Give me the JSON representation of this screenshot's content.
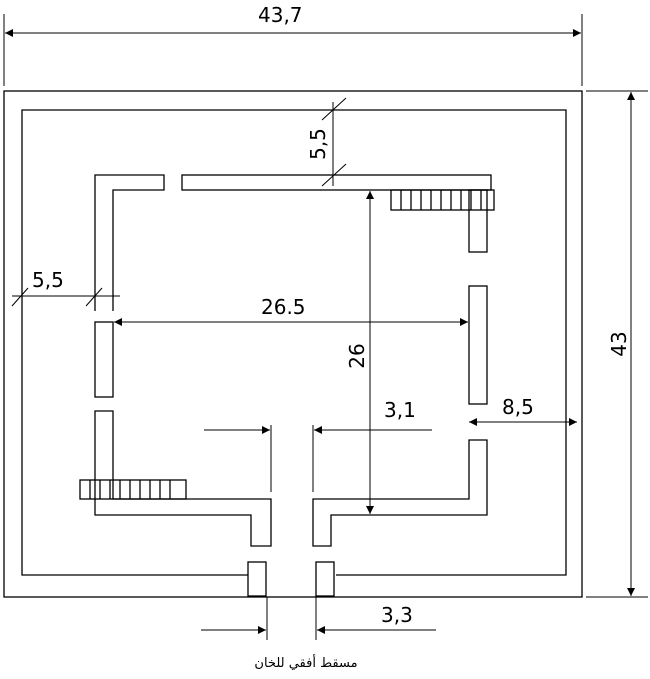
{
  "drawing": {
    "caption": "مسقط أفقي للخان",
    "dimensions": {
      "overall_width": "43,7",
      "overall_height": "43",
      "top_gap": "5,5",
      "left_gap": "5,5",
      "inner_width": "26.5",
      "inner_height": "26",
      "right_gap": "8,5",
      "passage_inner": "3,1",
      "passage_outer": "3,3"
    }
  }
}
